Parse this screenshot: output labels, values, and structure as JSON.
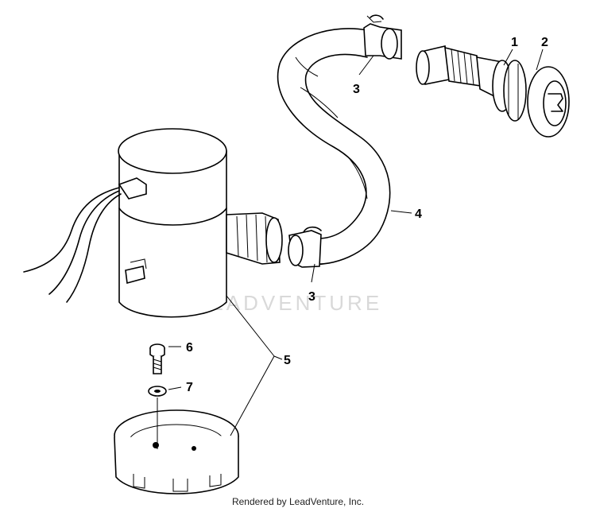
{
  "callouts": {
    "c1": "1",
    "c2": "2",
    "c3a": "3",
    "c3b": "3",
    "c4": "4",
    "c5": "5",
    "c6": "6",
    "c7": "7"
  },
  "watermark": "LEADVENTURE",
  "footer": "Rendered by LeadVenture, Inc."
}
